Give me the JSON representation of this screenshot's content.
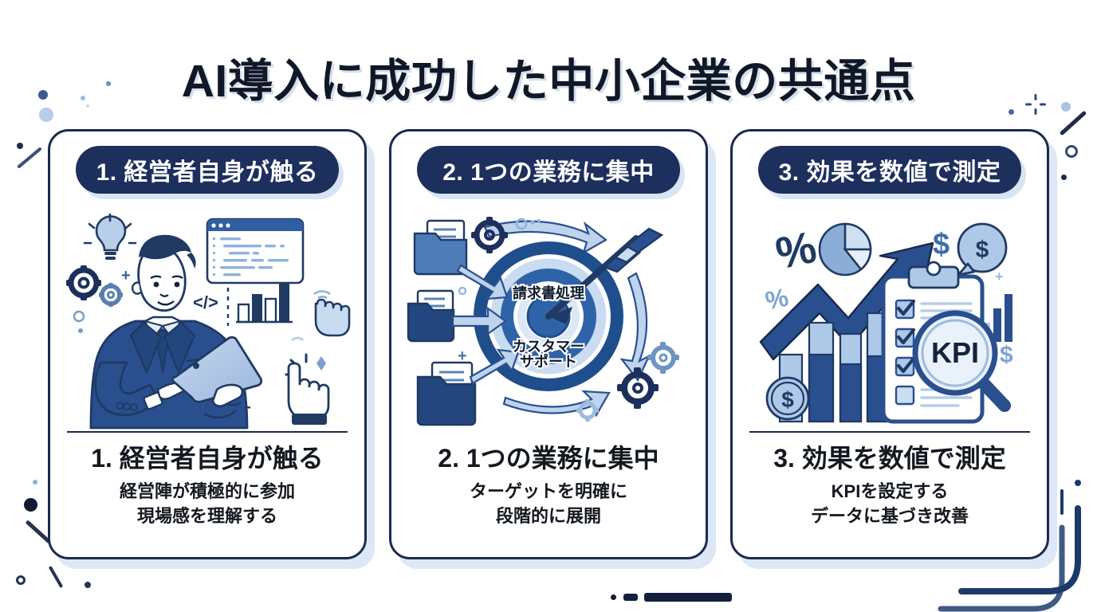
{
  "page": {
    "title": "AI導入に成功した中小企業の共通点",
    "background_color": "#ffffff",
    "accent_dark": "#1d2f5c",
    "accent_mid": "#2f5fa0",
    "accent_light": "#a9c4e4",
    "topbar_gradient_from": "#0e2150",
    "topbar_gradient_to": "#5c90c9"
  },
  "cards": [
    {
      "pill_label": "1. 経営者自身が触る",
      "heading": "1. 経営者自身が触る",
      "sub_line1": "経営陣が積極的に参加",
      "sub_line2": "現場感を理解する",
      "illustration_name": "executive-with-tablet-illustration",
      "illustration_elements": [
        "lightbulb-icon",
        "gear-icon",
        "code-window-icon",
        "code-tag-icon",
        "bar-chart-icon",
        "cursor-hand-icon",
        "sparkle-icon",
        "businessman-with-tablet"
      ]
    },
    {
      "pill_label": "2. 1つの業務に集中",
      "heading": "2. 1つの業務に集中",
      "sub_line1": "ターゲットを明確に",
      "sub_line2": "段階的に展開",
      "illustration_name": "target-focus-illustration",
      "illustration_elements": [
        "folder-document-icon",
        "arrow-icon",
        "bullseye-target-icon",
        "arrow-dart-icon",
        "gear-icon"
      ],
      "target_label_top": "請求書処理",
      "target_label_bottom_line1": "カスタマー",
      "target_label_bottom_line2": "サポート"
    },
    {
      "pill_label": "3. 効果を数値で測定",
      "heading": "3. 効果を数値で測定",
      "sub_line1": "KPIを設定する",
      "sub_line2": "データに基づき改善",
      "illustration_name": "kpi-measurement-illustration",
      "illustration_elements": [
        "percent-icon",
        "pie-chart-icon",
        "growth-arrow-icon",
        "dollar-icon",
        "speech-bubble-dollar-icon",
        "clipboard-checklist-icon",
        "magnifier-icon",
        "bar-chart-icon",
        "coin-dollar-icon"
      ],
      "magnifier_label": "KPI",
      "percent_symbol": "%",
      "dollar_symbol": "$"
    }
  ]
}
